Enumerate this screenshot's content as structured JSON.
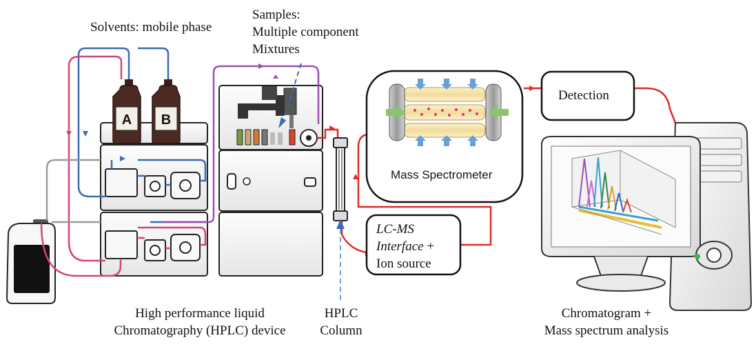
{
  "labels": {
    "solvents": "Solvents: mobile phase",
    "samples": [
      "Samples:",
      "Multiple component",
      "Mixtures"
    ],
    "bottle_a": "A",
    "bottle_b": "B",
    "mass_spectrometer": "Mass Spectrometer",
    "detection": "Detection",
    "interface_1": "LC-MS",
    "interface_2": "Interface",
    "interface_2b": "+",
    "interface_3": "Ion source",
    "hplc_device": [
      "High performance liquid",
      "Chromatography (HPLC) device"
    ],
    "hplc_column": [
      "HPLC",
      "Column"
    ],
    "analysis": [
      "Chromatogram +",
      "Mass spectrum analysis"
    ]
  },
  "colors": {
    "blue_line": "#3a6ab8",
    "magenta_line": "#d0457a",
    "purple_line": "#9a4fb5",
    "red_line": "#e02a2a",
    "gray_line": "#9a9a9a",
    "bottle": "#4a2a22",
    "outline": "#222222",
    "cream": "#f6e6b8",
    "green_arrow": "#8cc46a",
    "blue_arrow": "#6aa0d6"
  }
}
